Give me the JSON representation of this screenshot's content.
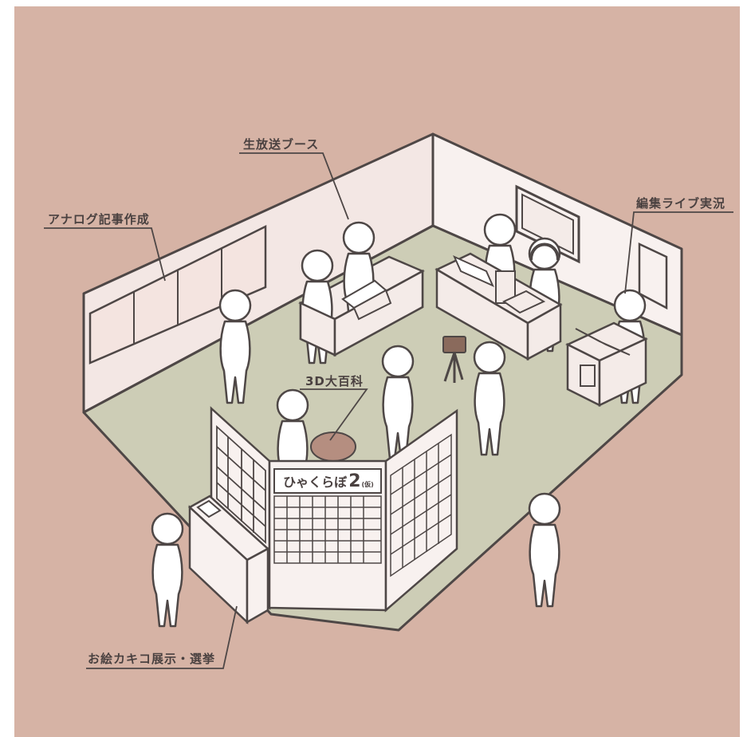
{
  "colors": {
    "background": "#d6b3a5",
    "floor": "#cdcdb6",
    "wall_left": "#f3e7e4",
    "wall_right": "#f8f1ef",
    "line": "#4e4746",
    "figure": "#ffffff",
    "furniture": "#f4ebe8"
  },
  "labels": {
    "live_booth": "生放送ブース",
    "analog_article": "アナログ記事作成",
    "edit_live": "編集ライブ実況",
    "encyclopedia_3d": "3D大百科",
    "drawing_exhibit": "お絵カキコ展示・選挙"
  },
  "sign": {
    "title": "ひゃくらぼ",
    "number": "2",
    "note": "(仮)"
  },
  "icons": [
    "camera-on-tripod-icon",
    "laptop-icon",
    "headphones-icon"
  ]
}
